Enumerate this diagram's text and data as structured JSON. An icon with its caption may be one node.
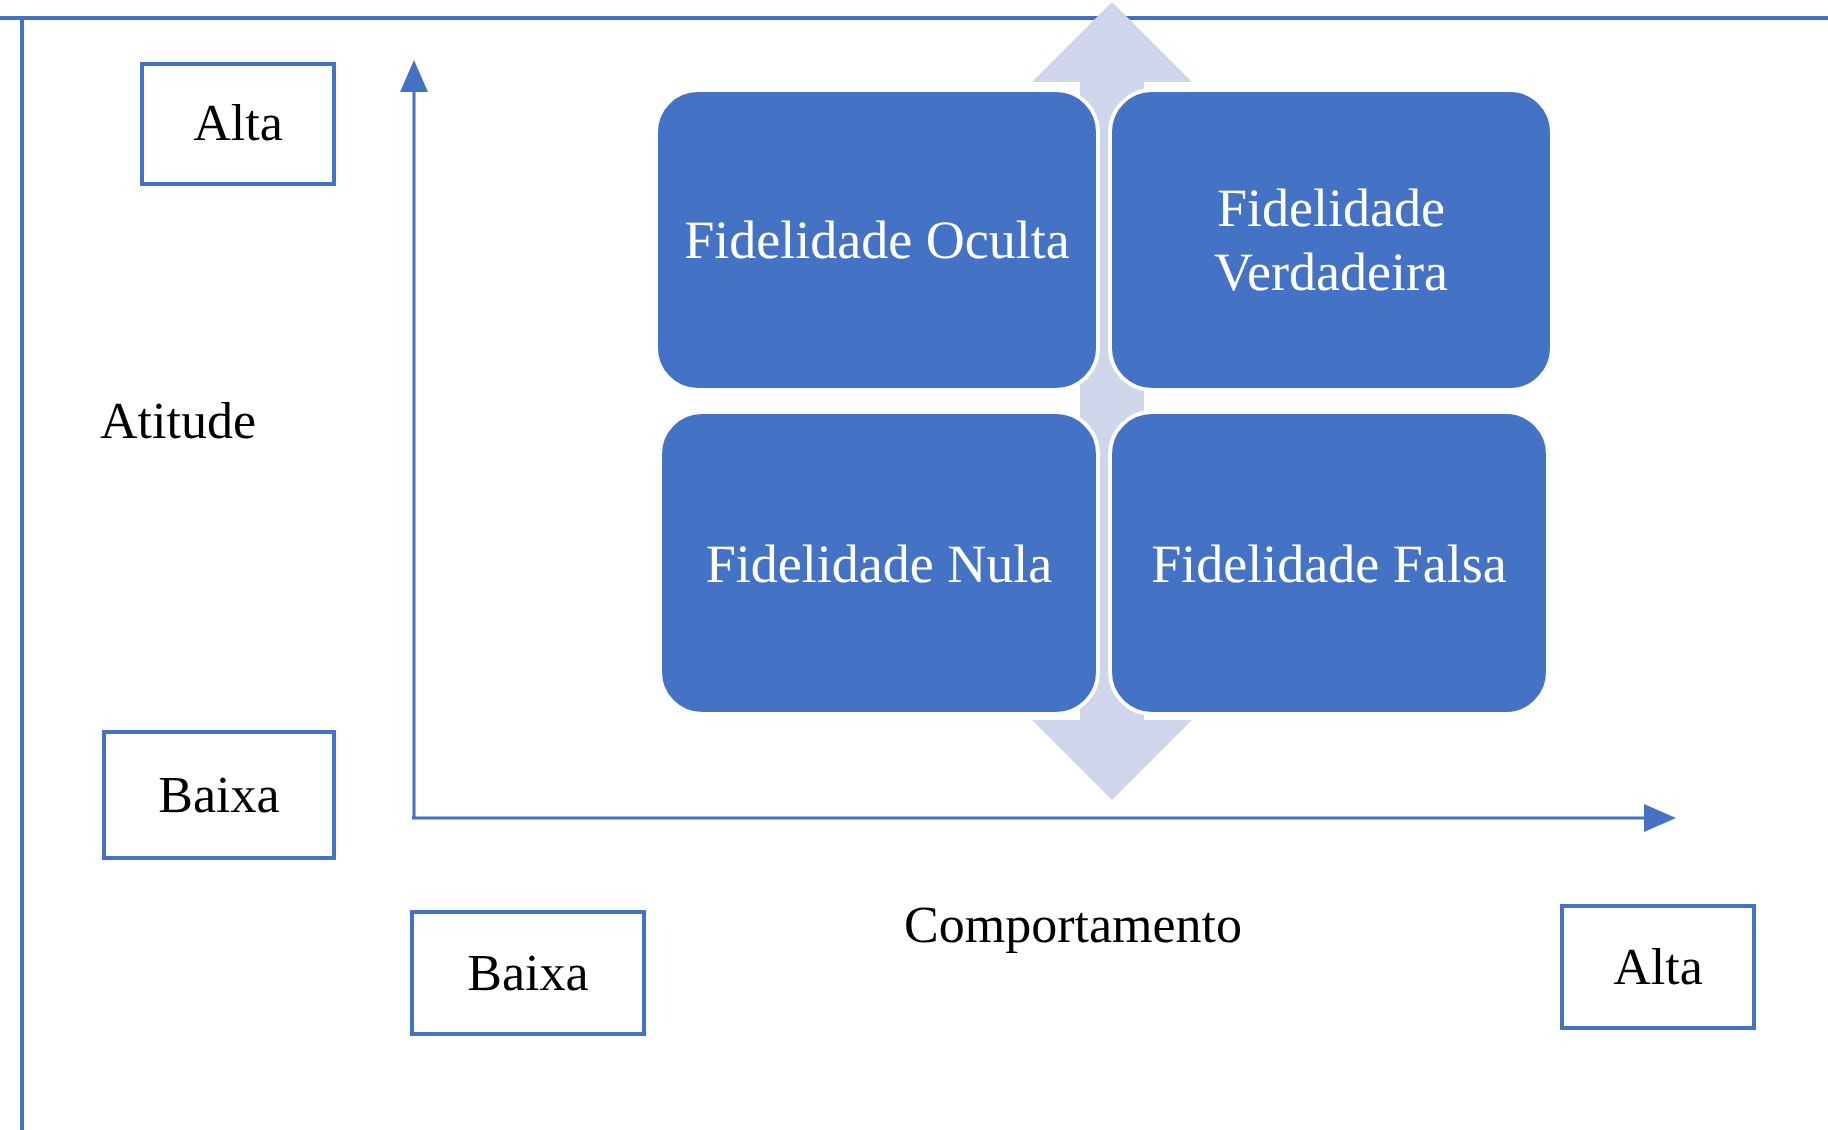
{
  "diagram": {
    "nodes": [
      {
        "text": [
          "Alta"
        ]
      },
      {
        "text": [
          "Fidelidade Oculta"
        ]
      },
      {
        "text": [
          "Fidelidade Verdadeira"
        ]
      },
      {
        "text": [
          "Fidelidade Nula"
        ]
      },
      {
        "text": [
          "Fidelidade Falsa"
        ]
      },
      {
        "text": [
          "Baixa"
        ]
      },
      {
        "text": [
          "Baixa"
        ]
      },
      {
        "text": [
          "Alta"
        ]
      }
    ],
    "edges": [],
    "labels": [
      "Atitude",
      "Comportamento"
    ]
  }
}
